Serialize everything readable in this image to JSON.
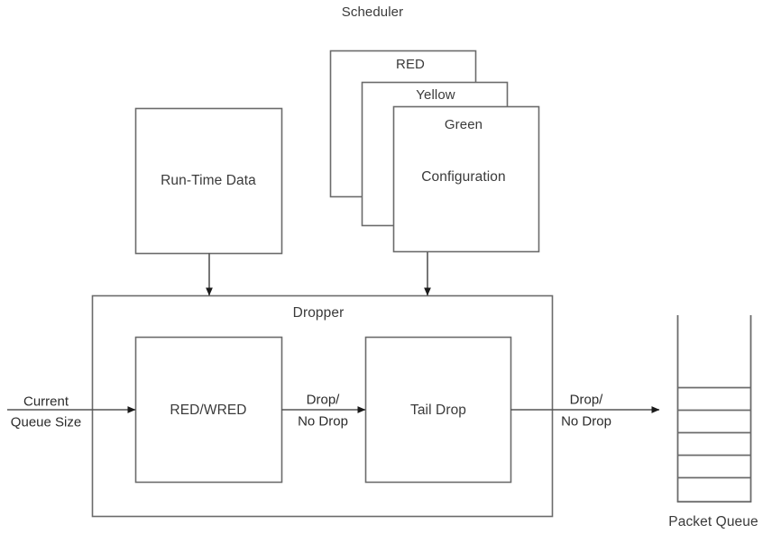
{
  "diagram": {
    "title": "Scheduler",
    "theme": {
      "background": "#ffffff",
      "stroke": "#6b6b6b",
      "text": "#3a3a3a",
      "arrow": "#555555",
      "arrowhead": "#1a1a1a"
    },
    "scheduler": {
      "title": "Scheduler",
      "cards": [
        {
          "label": "RED"
        },
        {
          "label": "Yellow"
        },
        {
          "label": "Green"
        }
      ],
      "front_card_body": "Configuration"
    },
    "runtime_box": {
      "label": "Run-Time Data"
    },
    "dropper": {
      "title": "Dropper",
      "blocks": [
        {
          "label": "RED/WRED"
        },
        {
          "label": "Tail Drop"
        }
      ]
    },
    "edges": {
      "input_label_line1": "Current",
      "input_label_line2": "Queue Size",
      "mid_label_line1": "Drop/",
      "mid_label_line2": "No Drop",
      "out_label_line1": "Drop/",
      "out_label_line2": "No Drop"
    },
    "queue": {
      "label": "Packet Queue",
      "cells": 6
    }
  }
}
